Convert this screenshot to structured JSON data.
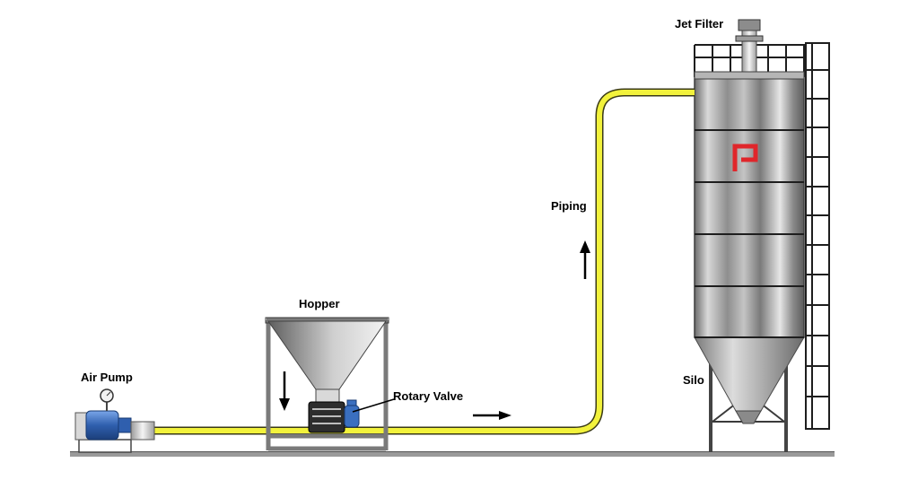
{
  "labels": {
    "jet_filter": "Jet Filter",
    "piping": "Piping",
    "hopper": "Hopper",
    "rotary_valve": "Rotary Valve",
    "air_pump": "Air Pump",
    "silo": "Silo"
  },
  "colors": {
    "pipe": "#f2f23c",
    "pipe_outline": "#6e6e28",
    "steel_dark": "#5a5a5a",
    "steel_light": "#e8e8e8",
    "frame": "#8a8a8a",
    "motor_blue": "#3a6fc0",
    "logo_red": "#e0262b",
    "ground": "#9a9a9a"
  },
  "icons": [
    "up-arrow-icon",
    "right-arrow-icon",
    "down-arrow-icon",
    "pressure-gauge-icon",
    "logo-icon"
  ]
}
